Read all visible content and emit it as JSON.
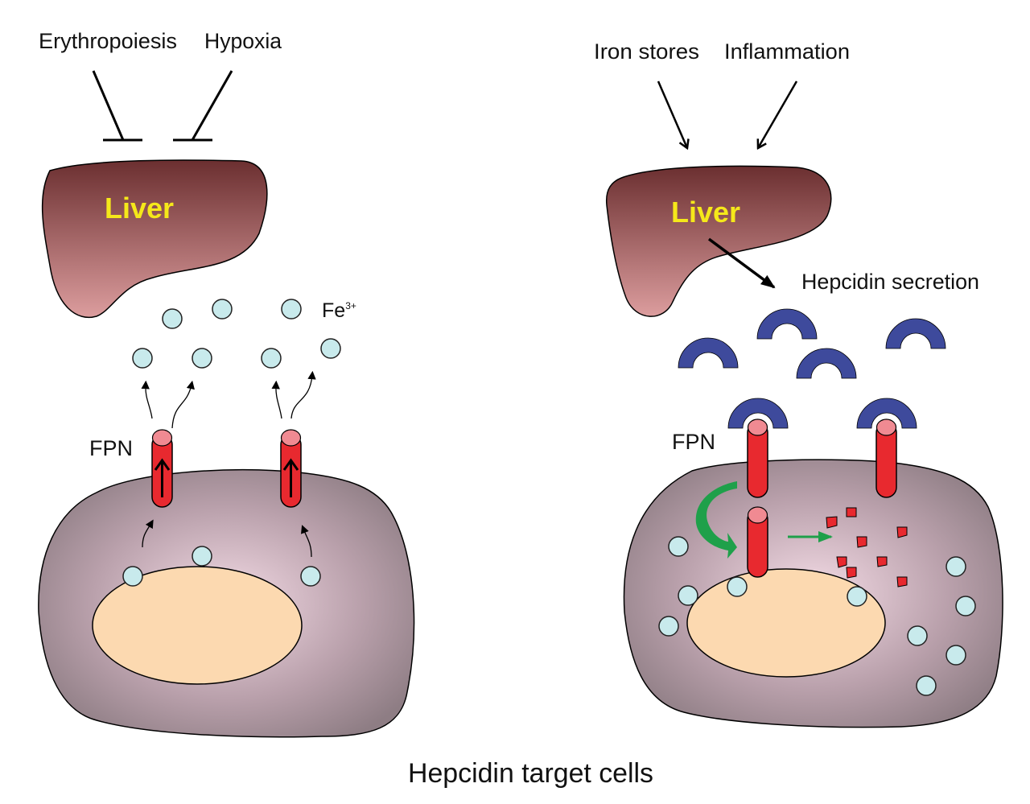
{
  "left_panel": {
    "inhibitors": [
      "Erythropoiesis",
      "Hypoxia"
    ],
    "organ_label": "Liver",
    "ion_label": "Fe",
    "ion_charge": "3+",
    "transporter_label": "FPN"
  },
  "right_panel": {
    "activators": [
      "Iron stores",
      "Inflammation"
    ],
    "organ_label": "Liver",
    "secretion_label": "Hepcidin secretion",
    "transporter_label": "FPN"
  },
  "caption": "Hepcidin target cells",
  "colors": {
    "liver_top": "#6e3232",
    "liver_bottom": "#d9999a",
    "cell_edge": "#8f7f85",
    "cell_center": "#f2dbe4",
    "nucleus": "#fcd9b0",
    "iron": "#c8eaec",
    "fpn": "#e8292f",
    "fpn_top": "#f08a92",
    "hepcidin": "#3e4a9c",
    "green_arrow": "#1fa04a",
    "liver_text": "#f5e81a"
  }
}
